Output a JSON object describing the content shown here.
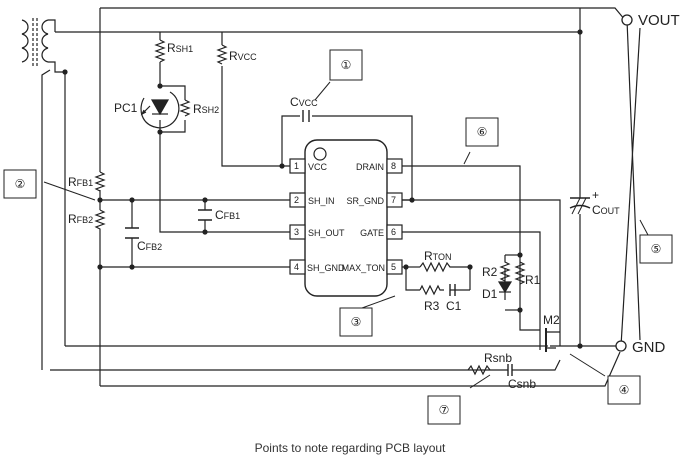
{
  "caption": "Points to note regarding PCB layout",
  "terminals": {
    "vout": "VOUT",
    "gnd": "GND"
  },
  "ic_pins": {
    "p1": {
      "num": "1",
      "name": "VCC"
    },
    "p2": {
      "num": "2",
      "name": "SH_IN"
    },
    "p3": {
      "num": "3",
      "name": "SH_OUT"
    },
    "p4": {
      "num": "4",
      "name": "SH_GND"
    },
    "p5": {
      "num": "5",
      "name": "MAX_TON"
    },
    "p6": {
      "num": "6",
      "name": "GATE"
    },
    "p7": {
      "num": "7",
      "name": "SR_GND"
    },
    "p8": {
      "num": "8",
      "name": "DRAIN"
    }
  },
  "components": {
    "rsh1": {
      "main": "R",
      "sub": "SH1"
    },
    "rsh2": {
      "main": "R",
      "sub": "SH2"
    },
    "rvcc": {
      "main": "R",
      "sub": "VCC"
    },
    "pc1": "PC1",
    "cvcc": {
      "main": "C",
      "sub": "VCC"
    },
    "rfb1": {
      "main": "R",
      "sub": "FB1"
    },
    "rfb2": {
      "main": "R",
      "sub": "FB2"
    },
    "cfb1": {
      "main": "C",
      "sub": "FB1"
    },
    "cfb2": {
      "main": "C",
      "sub": "FB2"
    },
    "rton": {
      "main": "R",
      "sub": "TON"
    },
    "r3": "R3",
    "c1": "C1",
    "r1": "R1",
    "r2": "R2",
    "d1": "D1",
    "m2": "M2",
    "cout": {
      "main": "C",
      "sub": "OUT"
    },
    "rsnb": "Rsnb",
    "csnb": "Csnb"
  },
  "callouts": [
    "①",
    "②",
    "③",
    "④",
    "⑤",
    "⑥",
    "⑦"
  ]
}
